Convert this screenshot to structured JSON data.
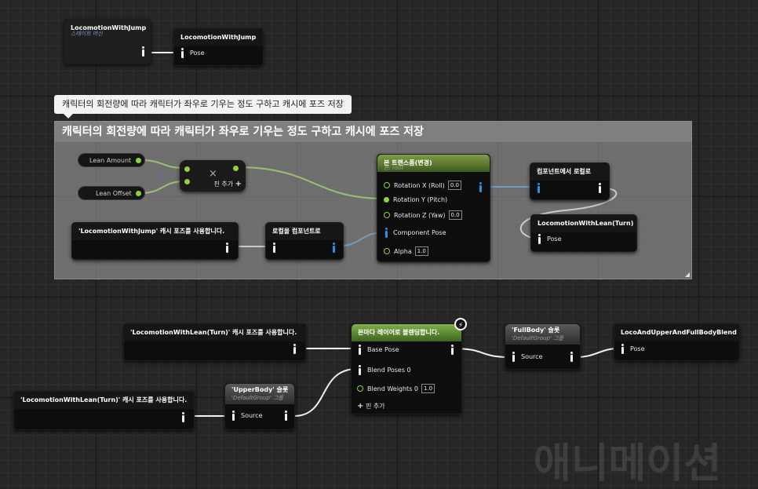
{
  "colors": {
    "exec_white": "#f2f2f2",
    "anim_blue": "#2e8fe0",
    "float_green": "#8ed33a",
    "comment_header": "#7f7f7f",
    "node_green_header": "#7ab03a"
  },
  "state_machine_node": {
    "title": "LocomotionWithJump",
    "subtitle": "스테이트 머신"
  },
  "output_pose_top": {
    "title": "LocomotionWithJump",
    "pin": "Pose"
  },
  "comment": {
    "bubble_text": "캐릭터의 회전량에 따라 캐릭터가 좌우로 기우는 정도 구하고 캐시에 포즈 저장",
    "header_text": "캐릭터의 회전량에 따라 캐릭터가 좌우로 기우는 정도 구하고 캐시에 포즈 저장"
  },
  "vars": {
    "lean_amount": "Lean Amount",
    "lean_offset": "Lean Offset"
  },
  "multiply_node": {
    "symbol": "×",
    "add_pin": "핀 추가"
  },
  "use_cached_jump": {
    "title": "'LocomotionWithJump' 캐시 포즈를 사용합니다."
  },
  "local_to_component": {
    "title": "로컬을 컴포넌트로"
  },
  "bone_transform": {
    "title": "본 트랜스폼(변경)",
    "subtitle": "본: root",
    "pins": [
      {
        "label": "Rotation X (Roll)",
        "value": "0.0"
      },
      {
        "label": "Rotation Y (Pitch)",
        "value": ""
      },
      {
        "label": "Rotation Z (Yaw)",
        "value": "0.0"
      },
      {
        "label": "Component Pose",
        "value": ""
      },
      {
        "label": "Alpha",
        "value": "1.0"
      }
    ]
  },
  "component_to_local": {
    "title": "컴포넌트에서 로컬로"
  },
  "save_cache_lean": {
    "title": "LocomotionWithLean(Turn)",
    "pin": "Pose"
  },
  "use_cached_lean_1": {
    "title": "'LocomotionWithLean(Turn)' 캐시 포즈를 사용합니다."
  },
  "use_cached_lean_2": {
    "title": "'LocomotionWithLean(Turn)' 캐시 포즈를 사용합니다."
  },
  "layered_blend": {
    "title": "본마다 레이어로 블렌딩합니다.",
    "pins": {
      "base_pose": "Base Pose",
      "blend_poses": "Blend Poses 0",
      "blend_weights": "Blend Weights 0",
      "blend_weights_value": "1.0",
      "add_pin": "핀 추가"
    }
  },
  "slot_upper": {
    "title": "'UpperBody' 슬롯",
    "subtitle": "'DefaultGroup' 그룹",
    "pin": "Source"
  },
  "slot_full": {
    "title": "'FullBody' 슬롯",
    "subtitle": "'DefaultGroup' 그룹",
    "pin": "Source"
  },
  "final_cache": {
    "title": "LocoAndUpperAndFullBodyBlend",
    "pin": "Pose"
  },
  "watermark": "애니메이션"
}
